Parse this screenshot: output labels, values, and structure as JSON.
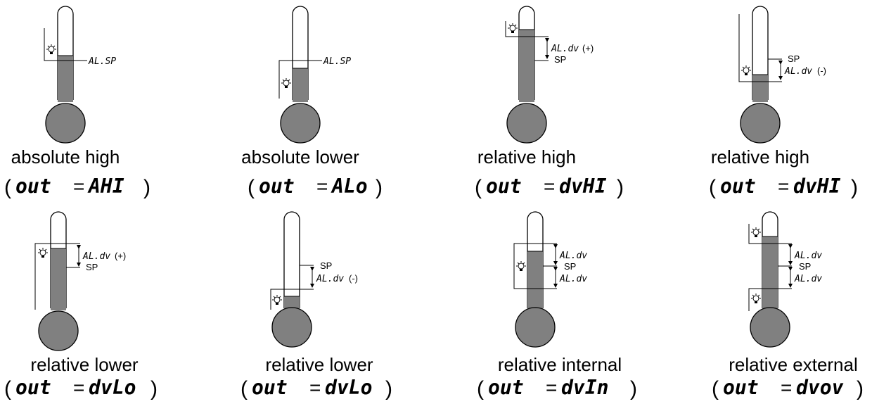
{
  "colors": {
    "mercury": "#808080",
    "line": "#000000",
    "background": "#ffffff"
  },
  "icons": {
    "alarm": "lamp-icon"
  },
  "labels": {
    "alsp": "AL.SP",
    "aldv": "AL.dv",
    "sp": "SP",
    "plus": "(+)",
    "minus": "(-)"
  },
  "panels": [
    {
      "caption": "absolute high",
      "formula": {
        "open": "(",
        "out": "out",
        "eq": "=",
        "code": "AHI",
        "close": ")"
      }
    },
    {
      "caption": "absolute lower",
      "formula": {
        "open": "(",
        "out": "out",
        "eq": "=",
        "code": "ALo",
        "close": ")"
      }
    },
    {
      "caption": "relative high",
      "formula": {
        "open": "(",
        "out": "out",
        "eq": "=",
        "code": "dvHI",
        "close": ")"
      }
    },
    {
      "caption": "relative high",
      "formula": {
        "open": "(",
        "out": "out",
        "eq": "=",
        "code": "dvHI",
        "close": ")"
      }
    },
    {
      "caption": "relative lower",
      "formula": {
        "open": "(",
        "out": "out",
        "eq": "=",
        "code": "dvLo",
        "close": ")"
      }
    },
    {
      "caption": "relative lower",
      "formula": {
        "open": "(",
        "out": "out",
        "eq": "=",
        "code": "dvLo",
        "close": ")"
      }
    },
    {
      "caption": "relative internal",
      "formula": {
        "open": "(",
        "out": "out",
        "eq": "=",
        "code": "dvIn",
        "close": ")"
      }
    },
    {
      "caption": "relative external",
      "formula": {
        "open": "(",
        "out": "out",
        "eq": "=",
        "code": "dvov",
        "close": ")"
      }
    }
  ]
}
